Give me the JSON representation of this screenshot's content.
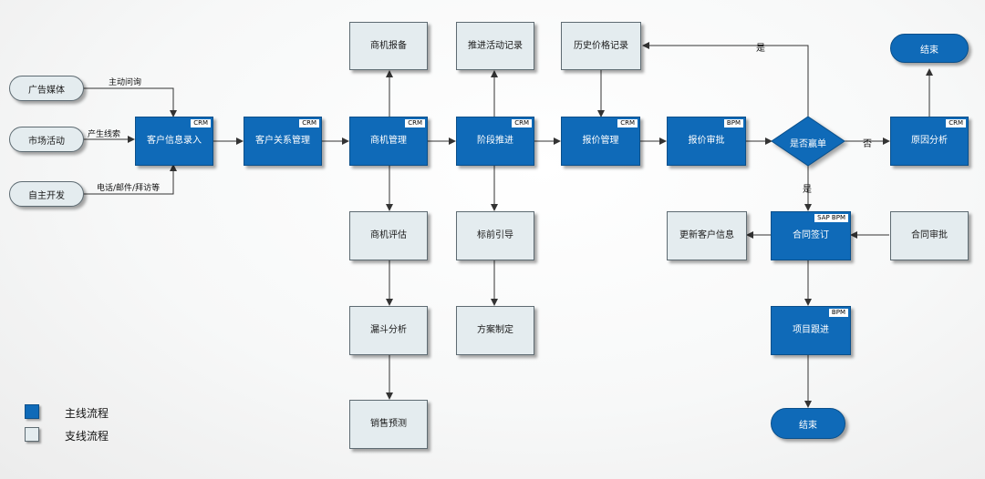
{
  "sources": [
    {
      "label": "广告媒体"
    },
    {
      "label": "市场活动"
    },
    {
      "label": "自主开发"
    }
  ],
  "source_edges": [
    {
      "label": "主动问询"
    },
    {
      "label": "产生线索"
    },
    {
      "label": "电话/邮件/拜访等"
    }
  ],
  "main_flow": [
    {
      "label": "客户信息录入",
      "tag": "CRM"
    },
    {
      "label": "客户关系管理",
      "tag": "CRM"
    },
    {
      "label": "商机管理",
      "tag": "CRM"
    },
    {
      "label": "阶段推进",
      "tag": "CRM"
    },
    {
      "label": "报价管理",
      "tag": "CRM"
    },
    {
      "label": "报价审批",
      "tag": "BPM"
    }
  ],
  "decision": {
    "label": "是否赢单"
  },
  "lost_analysis": {
    "label": "原因分析",
    "tag": "CRM"
  },
  "end_top": {
    "label": "结束"
  },
  "contract_sign": {
    "label": "合同签订",
    "tag": "SAP BPM"
  },
  "project_followup": {
    "label": "项目跟进",
    "tag": "BPM"
  },
  "end_bottom": {
    "label": "结束"
  },
  "branch_nodes": {
    "opportunity_report": "商机报备",
    "opportunity_eval": "商机评估",
    "funnel_analysis": "漏斗分析",
    "sales_forecast": "销售预测",
    "promotion_log": "推进活动记录",
    "bid_guidance": "标前引导",
    "plan_making": "方案制定",
    "price_history": "历史价格记录",
    "update_customer": "更新客户信息",
    "contract_approval": "合同审批"
  },
  "edge_labels": {
    "yes_top": "是",
    "no_right": "否",
    "yes_down": "是"
  },
  "legend": [
    {
      "label": "主线流程",
      "color": "#0f6ab8"
    },
    {
      "label": "支线流程",
      "color": "#e4ecef"
    }
  ]
}
